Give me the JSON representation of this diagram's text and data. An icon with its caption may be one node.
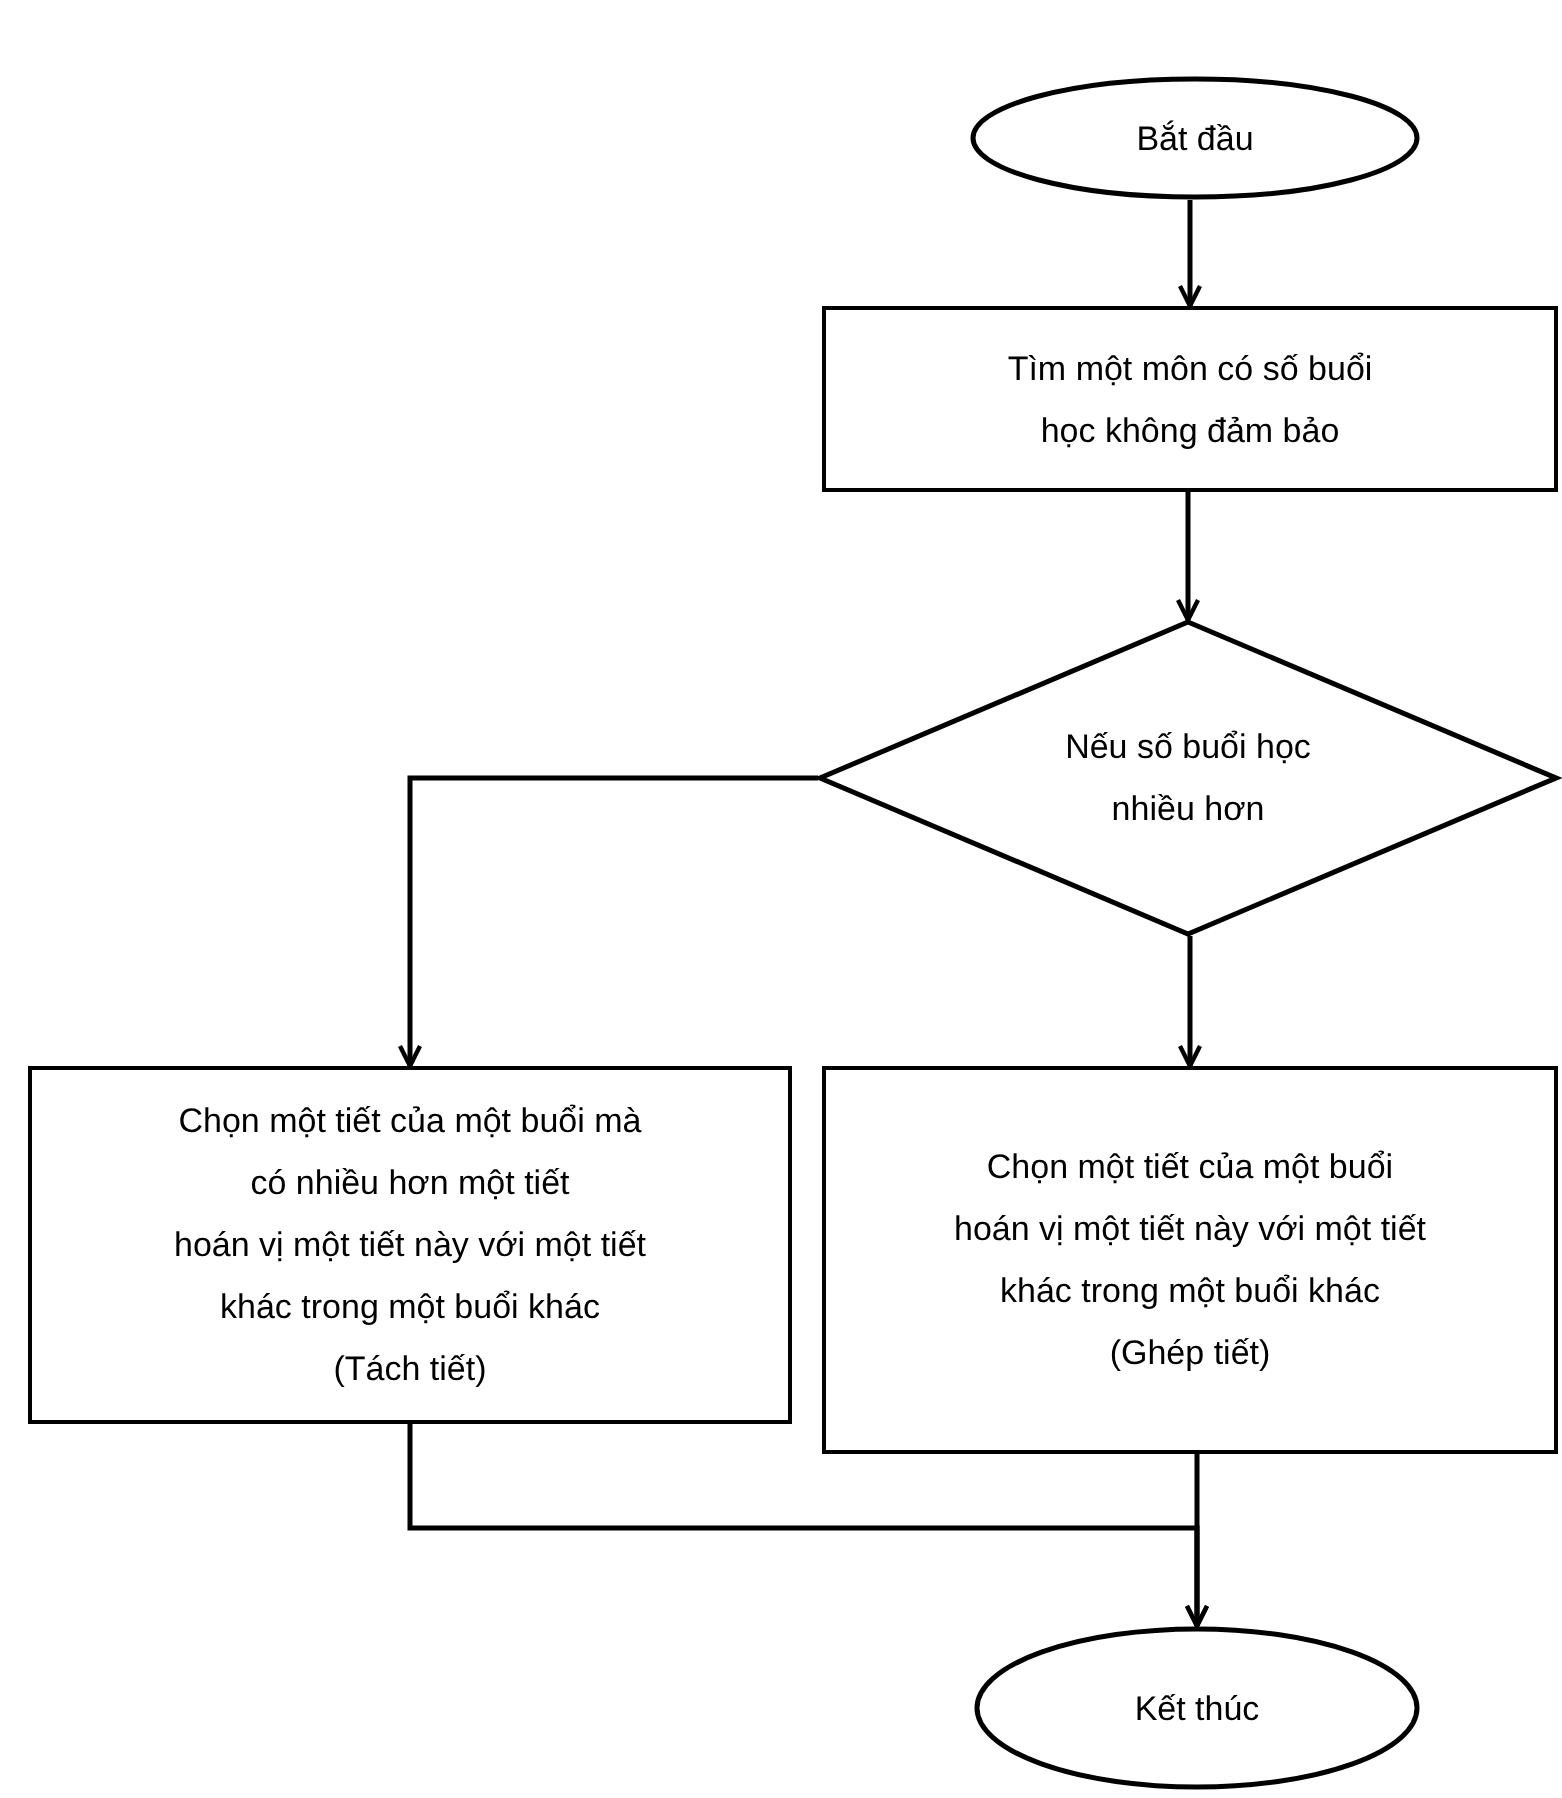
{
  "diagram": {
    "nodes": [
      {
        "text": [
          "Bắt đầu"
        ]
      },
      {
        "text": [
          "Tìm một môn có số buổi học không đảm bảo"
        ]
      },
      {
        "text": [
          "Nếu số buổi học nhiều hơn"
        ]
      },
      {
        "text": [
          "Chọn một tiết của một buổi mà",
          "có nhiều hơn một tiết",
          "hoán vị một tiết này với một tiết",
          "khác trong một buổi khác",
          "(Tách tiết)"
        ]
      },
      {
        "text": [
          "Chọn một tiết của một buổi",
          "hoán vị một tiết này với một tiết",
          "khác trong một buổi khác",
          "(Ghép tiết)"
        ]
      },
      {
        "text": [
          "Kết thúc"
        ]
      }
    ],
    "edges": [
      {
        "from": 0,
        "to": 1,
        "arrow": "to"
      },
      {
        "from": 1,
        "to": 2,
        "arrow": "to"
      },
      {
        "from": 2,
        "to": 3,
        "arrow": "to"
      },
      {
        "from": 2,
        "to": 4,
        "arrow": "to"
      },
      {
        "from": 3,
        "to": 5,
        "arrow": "to"
      },
      {
        "from": 4,
        "to": 5,
        "arrow": "to"
      }
    ]
  }
}
